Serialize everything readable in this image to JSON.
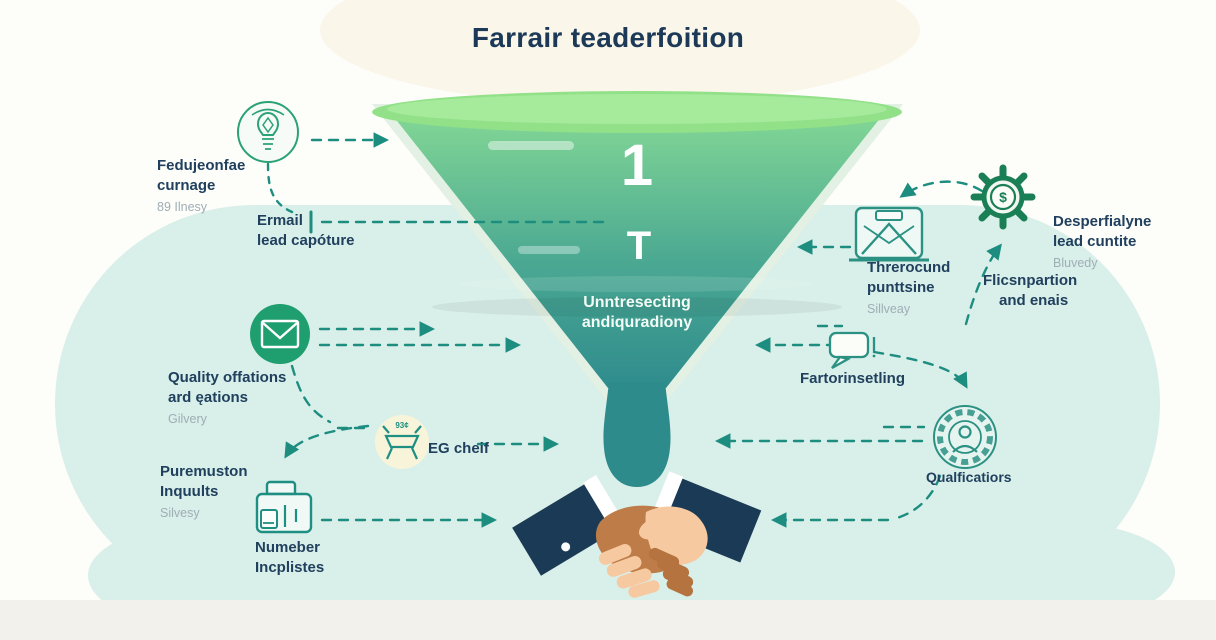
{
  "title": "Farrair teaderfoition",
  "funnel": {
    "stage_number": "1",
    "stage_letter": "T",
    "caption_line1": "Unntresecting",
    "caption_line2": "andiquradiony"
  },
  "labels": {
    "idea": {
      "line1": "Fedujeonfae",
      "line2": "curnage",
      "sub": "89 Ilnesy"
    },
    "email": {
      "line1": "Ermail",
      "line2": "lead capóture"
    },
    "quality": {
      "line1": "Quality offations",
      "line2": "ard ęations",
      "sub": "Gilvery"
    },
    "inquiries": {
      "line1": "Puremuston",
      "line2": "Inquults",
      "sub": "Silvesy"
    },
    "number": {
      "line1": "Numeber",
      "line2": "Incplistes"
    },
    "eg_chief": {
      "label": "EG cheif"
    },
    "inbound": {
      "line1": "Threrocund",
      "line2": "punttsine",
      "sub": "Sillveay"
    },
    "lead_count": {
      "line1": "Desperfialyne",
      "line2": "lead cuntite",
      "sub": "Bluvedy"
    },
    "separation": {
      "line1": "Flicsnpartion",
      "line2": "and enais"
    },
    "feedback": {
      "label": "Fartorinsetling"
    },
    "qualifications": {
      "label": "Qualficatiors"
    }
  },
  "icons": {
    "gear_symbol": "$",
    "eg_badge": "93¢"
  },
  "colors": {
    "title_text": "#1c3a57",
    "label_text": "#20405e",
    "muted_text": "#9faeb6",
    "funnel_rim": "#92e189",
    "funnel_body_top": "#83d795",
    "funnel_body_bottom": "#2f8c8d",
    "stem": "#2d8b8b",
    "arrow": "#1d8d80",
    "icon_green": "#1f9e70",
    "gear_green": "#1b7f55",
    "cloud": "#d9efe9",
    "cream": "#fbf6ea",
    "navy_sleeve": "#1b3a55",
    "hand_brown": "#bd7c48",
    "hand_light": "#f7c9a0"
  }
}
